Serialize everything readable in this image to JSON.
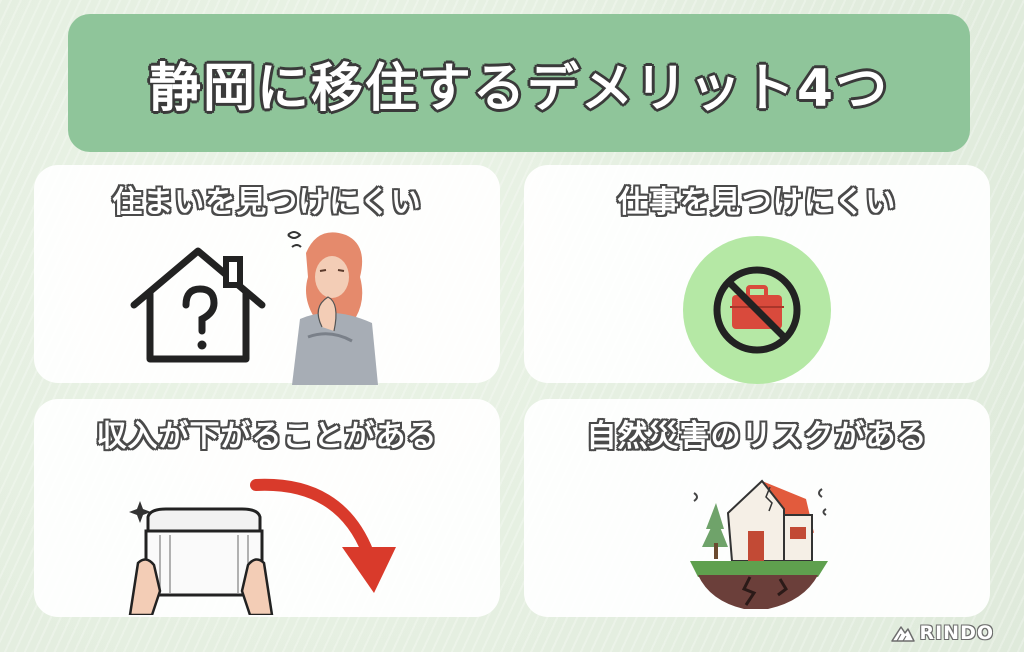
{
  "title": "静岡に移住するデメリット4つ",
  "cards": [
    {
      "heading": "住まいを見つけにくい",
      "icons": [
        "house-question-icon",
        "worried-woman-illustration"
      ]
    },
    {
      "heading": "仕事を見つけにくい",
      "icons": [
        "no-briefcase-icon"
      ]
    },
    {
      "heading": "収入が下がることがある",
      "icons": [
        "wallet-hands-illustration",
        "down-arrow-icon"
      ]
    },
    {
      "heading": "自然災害のリスクがある",
      "icons": [
        "earthquake-house-illustration"
      ]
    }
  ],
  "logo": {
    "text": "RINDO",
    "icon": "mountain-logo-icon"
  },
  "colors": {
    "banner": "#8fc59a",
    "card": "#ffffff",
    "accent_red": "#d93a2b",
    "circle_green": "#b5e8a5"
  }
}
